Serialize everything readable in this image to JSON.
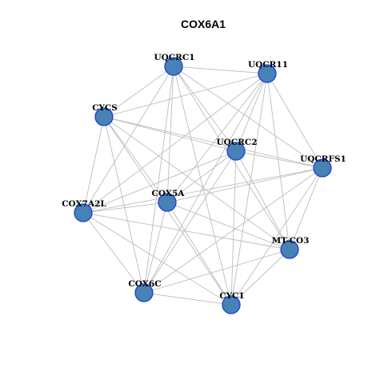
{
  "title": "COX6A1",
  "colors": {
    "node_fill": "#4682b4",
    "node_stroke": "#1f3fd6",
    "edge": "#bdbdbd",
    "label": "#000000"
  },
  "nodes": [
    {
      "id": "UQCRC1",
      "label": "UQCRC1"
    },
    {
      "id": "UQCR11",
      "label": "UQCR11"
    },
    {
      "id": "CYCS",
      "label": "CYCS"
    },
    {
      "id": "UQCRC2",
      "label": "UQCRC2"
    },
    {
      "id": "UQCRFS1",
      "label": "UQCRFS1"
    },
    {
      "id": "COX5A",
      "label": "COX5A"
    },
    {
      "id": "COX7A2L",
      "label": "COX7A2L"
    },
    {
      "id": "MT-CO3",
      "label": "MT-CO3"
    },
    {
      "id": "COX6C",
      "label": "COX6C"
    },
    {
      "id": "CYC1",
      "label": "CYC1"
    }
  ],
  "edges": [
    [
      "UQCRC1",
      "UQCR11"
    ],
    [
      "UQCRC1",
      "CYCS"
    ],
    [
      "UQCRC1",
      "UQCRC2"
    ],
    [
      "UQCRC1",
      "UQCRFS1"
    ],
    [
      "UQCRC1",
      "COX7A2L"
    ],
    [
      "UQCRC1",
      "COX5A"
    ],
    [
      "UQCRC1",
      "COX6C"
    ],
    [
      "UQCRC1",
      "CYC1"
    ],
    [
      "UQCRC1",
      "MT-CO3"
    ],
    [
      "UQCR11",
      "CYCS"
    ],
    [
      "UQCR11",
      "UQCRC2"
    ],
    [
      "UQCR11",
      "UQCRFS1"
    ],
    [
      "UQCR11",
      "COX5A"
    ],
    [
      "UQCR11",
      "COX6C"
    ],
    [
      "UQCR11",
      "CYC1"
    ],
    [
      "UQCR11",
      "MT-CO3"
    ],
    [
      "UQCR11",
      "COX7A2L"
    ],
    [
      "CYCS",
      "UQCRC2"
    ],
    [
      "CYCS",
      "UQCRFS1"
    ],
    [
      "CYCS",
      "COX5A"
    ],
    [
      "CYCS",
      "COX7A2L"
    ],
    [
      "CYCS",
      "COX6C"
    ],
    [
      "CYCS",
      "CYC1"
    ],
    [
      "CYCS",
      "MT-CO3"
    ],
    [
      "UQCRC2",
      "UQCRFS1"
    ],
    [
      "UQCRC2",
      "COX5A"
    ],
    [
      "UQCRC2",
      "COX7A2L"
    ],
    [
      "UQCRC2",
      "COX6C"
    ],
    [
      "UQCRC2",
      "CYC1"
    ],
    [
      "UQCRC2",
      "MT-CO3"
    ],
    [
      "UQCRFS1",
      "COX5A"
    ],
    [
      "UQCRFS1",
      "COX7A2L"
    ],
    [
      "UQCRFS1",
      "COX6C"
    ],
    [
      "UQCRFS1",
      "CYC1"
    ],
    [
      "UQCRFS1",
      "MT-CO3"
    ],
    [
      "COX5A",
      "COX7A2L"
    ],
    [
      "COX5A",
      "COX6C"
    ],
    [
      "COX5A",
      "CYC1"
    ],
    [
      "COX5A",
      "MT-CO3"
    ],
    [
      "COX7A2L",
      "COX6C"
    ],
    [
      "COX7A2L",
      "CYC1"
    ],
    [
      "COX7A2L",
      "MT-CO3"
    ],
    [
      "COX6C",
      "CYC1"
    ],
    [
      "COX6C",
      "MT-CO3"
    ],
    [
      "CYC1",
      "MT-CO3"
    ]
  ]
}
